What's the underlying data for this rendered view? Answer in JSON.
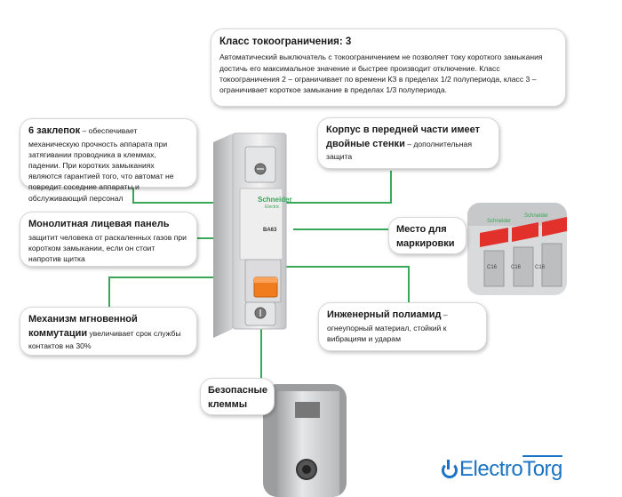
{
  "callouts": {
    "current_class": {
      "title": "Класс токоограничения: 3",
      "text": "Автоматический выключатель с токоограничением не позволяет току короткого замыкания достичь его максимальное значение и быстрее производит отключение. Класс токоограничения  2 – ограничивает по времени КЗ в пределах 1/2 полупериода, класс 3 – ограничивает короткое замыкание в пределах 1/3 полупериода."
    },
    "clamps_6": {
      "title": "6 заклепок",
      "text": " – обеспечивает механическую прочность аппарата при затягивании проводника в клеммах, падении. При коротких замыканиях являются гарантией того, что автомат не повредит соседние аппараты и обслуживающий персонал"
    },
    "housing": {
      "title": "Корпус в передней части имеет двойные стенки",
      "text": " – дополнительная защита"
    },
    "front_panel": {
      "title": "Монолитная лицевая панель",
      "text": "защитит человека от раскаленных газов при коротком замыкании, если он стоит напротив щитка"
    },
    "marking": {
      "title": "Место для маркировки"
    },
    "mechanism": {
      "title": "Механизм мгновенной коммутации",
      "text": " увеличивает срок службы контактов на 30%"
    },
    "polyamide": {
      "title": "Инженерный полиамид",
      "text": " – огнеупорный материал, стойкий к вибрациям и ударам"
    },
    "terminals": {
      "title": "Безопасные клеммы"
    }
  },
  "device": {
    "brand": "Schneider",
    "brand_sub": "Electric",
    "model": "BA63",
    "rating": "C16"
  },
  "logo": {
    "part1": "Electro",
    "part2": "Torg"
  },
  "colors": {
    "accent_green": "#3aa657",
    "toggle_orange": "#f07c1e",
    "logo_blue": "#1a73c4"
  }
}
